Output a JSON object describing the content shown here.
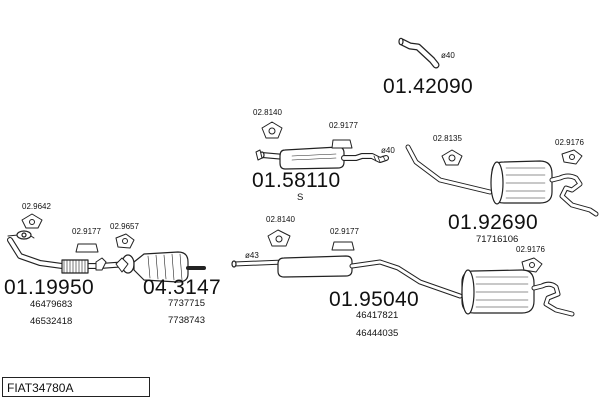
{
  "title": "FIAT34780A",
  "parts": [
    {
      "id": "p1",
      "number": "01.42090"
    },
    {
      "id": "p2",
      "number": "01.58110",
      "sub": [
        "S"
      ]
    },
    {
      "id": "p3",
      "number": "01.92690",
      "sub": [
        "71716106"
      ]
    },
    {
      "id": "p4",
      "number": "01.19950",
      "sub": [
        "46479683",
        "46532418"
      ]
    },
    {
      "id": "p5",
      "number": "04.3147",
      "sub": [
        "7737715",
        "7738743"
      ]
    },
    {
      "id": "p6",
      "number": "01.95040",
      "sub": [
        "46417821",
        "46444035"
      ]
    }
  ],
  "accessories": [
    {
      "id": "a1",
      "code": "02.8140"
    },
    {
      "id": "a2",
      "code": "02.9177"
    },
    {
      "id": "a3",
      "code": "02.8135"
    },
    {
      "id": "a4",
      "code": "02.9176"
    },
    {
      "id": "a5",
      "code": "02.9642"
    },
    {
      "id": "a6",
      "code": "02.9177"
    },
    {
      "id": "a7",
      "code": "02.9657"
    },
    {
      "id": "a8",
      "code": "02.8140"
    },
    {
      "id": "a9",
      "code": "02.9177"
    },
    {
      "id": "a10",
      "code": "02.9176"
    }
  ],
  "diameters": [
    {
      "id": "d1",
      "label": "ø40"
    },
    {
      "id": "d2",
      "label": "ø40"
    },
    {
      "id": "d3",
      "label": "ø43"
    }
  ]
}
